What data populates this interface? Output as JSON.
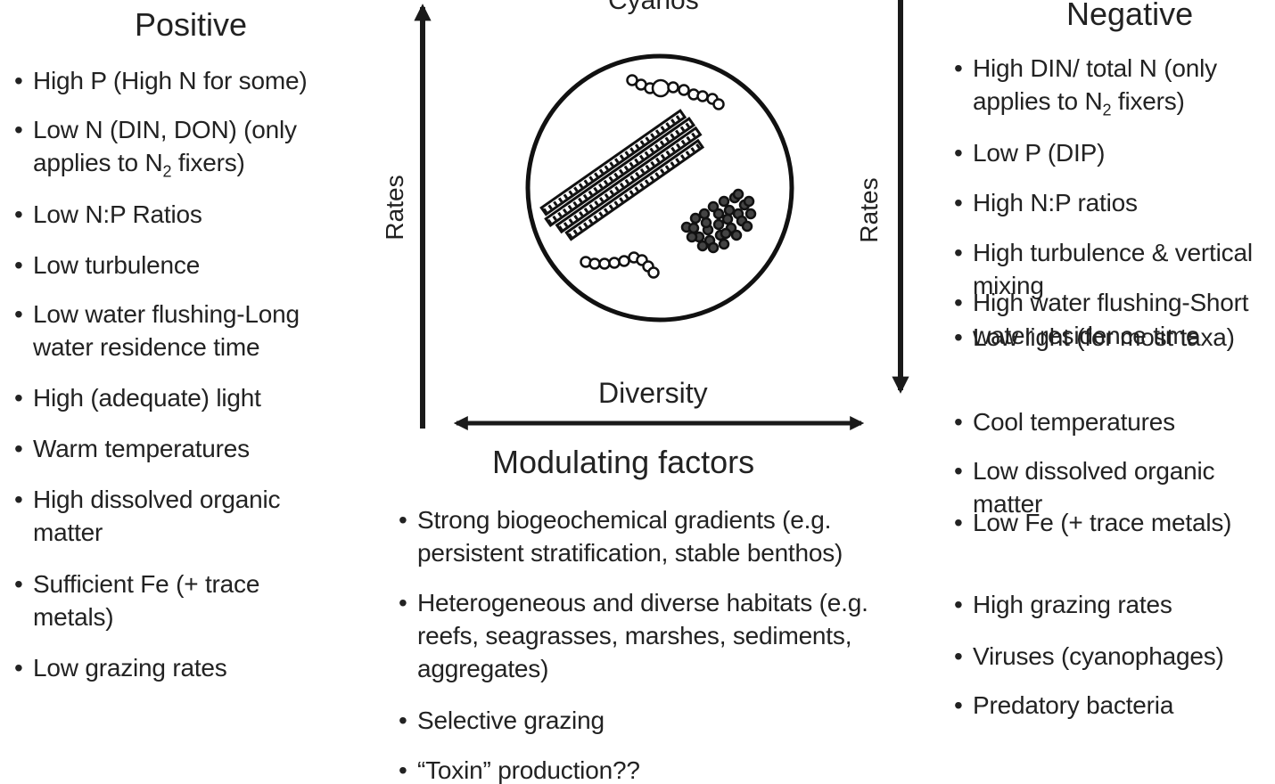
{
  "positive": {
    "title": "Positive",
    "items": [
      {
        "lines": [
          "High P (High N for some)"
        ]
      },
      {
        "lines": [
          "Low N (DIN, DON) (only",
          "applies to N"
        ],
        "sub": "2",
        "after": " fixers)"
      },
      {
        "lines": [
          "Low N:P Ratios"
        ]
      },
      {
        "lines": [
          "Low turbulence"
        ]
      },
      {
        "lines": [
          "Low water flushing-Long",
          "water residence time"
        ]
      },
      {
        "lines": [
          "High (adequate) light"
        ]
      },
      {
        "lines": [
          "Warm temperatures"
        ]
      },
      {
        "lines": [
          "High dissolved organic",
          "matter"
        ]
      },
      {
        "lines": [
          "Sufficient  Fe (+ trace",
          "metals)"
        ]
      },
      {
        "lines": [
          "Low grazing rates"
        ]
      }
    ]
  },
  "negative": {
    "title": "Negative",
    "items": [
      {
        "lines": [
          "High DIN/ total N (only",
          "applies to N"
        ],
        "sub": "2",
        "after": " fixers)"
      },
      {
        "lines": [
          "Low P (DIP)"
        ]
      },
      {
        "lines": [
          "High N:P ratios"
        ]
      },
      {
        "lines": [
          "High turbulence & vertical",
          "mixing"
        ]
      },
      {
        "lines": [
          "High water flushing-Short",
          "water residence time"
        ]
      },
      {
        "lines": [
          "Low light (for most taxa)"
        ]
      },
      {
        "lines": [
          "Cool temperatures"
        ]
      },
      {
        "lines": [
          "Low dissolved organic",
          "matter"
        ]
      },
      {
        "lines": [
          "Low Fe (+ trace metals)"
        ]
      },
      {
        "lines": [
          "High grazing rates"
        ]
      },
      {
        "lines": [
          "Viruses (cyanophages)"
        ]
      },
      {
        "lines": [
          "Predatory bacteria"
        ]
      }
    ]
  },
  "modulating": {
    "title": "Modulating factors",
    "items": [
      {
        "lines": [
          "Strong biogeochemical gradients (e.g.",
          "persistent stratification, stable benthos)"
        ]
      },
      {
        "lines": [
          "Heterogeneous and diverse habitats (e.g.",
          "reefs, seagrasses, marshes, sediments,",
          "aggregates)"
        ]
      },
      {
        "lines": [
          "Selective grazing"
        ]
      },
      {
        "lines": [
          "“Toxin” production??"
        ]
      }
    ]
  },
  "center": {
    "top_label": "Cyanos",
    "rates_left": "Rates",
    "rates_right": "Rates",
    "diversity": "Diversity"
  },
  "bullet": "•",
  "colors": {
    "text": "#222222",
    "line": "#1a1a1a"
  }
}
